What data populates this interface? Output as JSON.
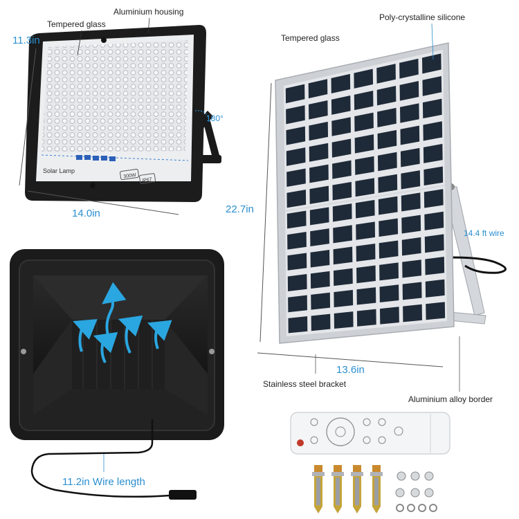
{
  "lamp": {
    "label_glass": "Tempered glass",
    "label_housing": "Aluminium housing",
    "height": "11.3in",
    "width": "14.0in",
    "angle": "180°",
    "brand": "Solar Lamp",
    "badge_watt": "300W",
    "badge_ip": "IP67"
  },
  "panel": {
    "label_glass": "Tempered glass",
    "label_cells": "Poly-crystalline silicone",
    "height": "22.7in",
    "width": "13.6in",
    "wire": "14.4 ft wire",
    "label_bracket": "Stainless steel bracket",
    "label_border": "Aluminium alloy border"
  },
  "back": {
    "wire": "11.2in Wire length"
  },
  "colors": {
    "accent": "#2a8fd0",
    "frame": "#1c1c1c",
    "cell": "#1f2a38",
    "silver": "#c9ccd0"
  }
}
